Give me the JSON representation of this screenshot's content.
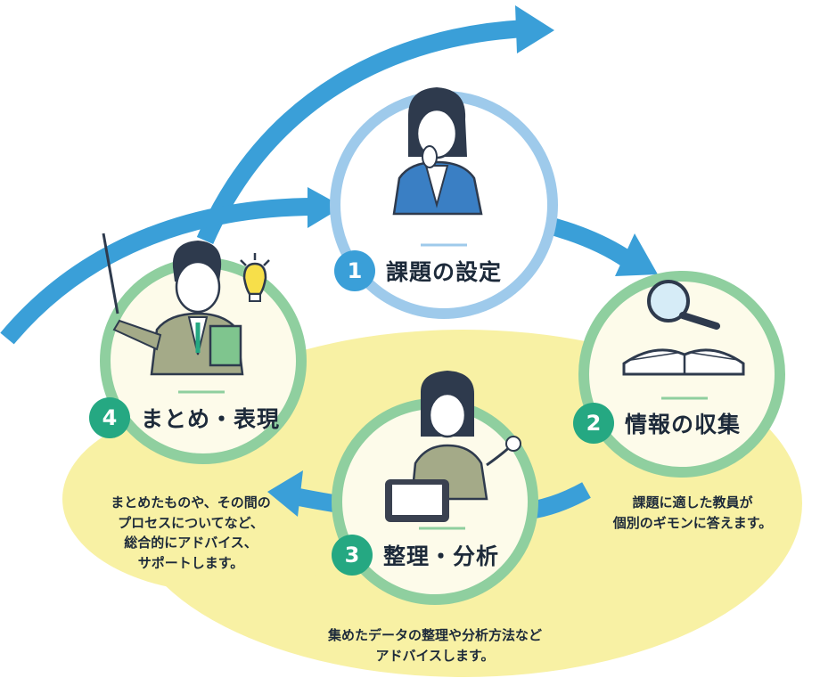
{
  "colors": {
    "arrow_blue": "#3a9fd8",
    "ring_blue": "#9ecaeb",
    "ring_green": "#8fcf9f",
    "inner_cream": "#fdfbea",
    "blob_yellow": "#f8f1a4",
    "badge_blue": "#3a9fd8",
    "badge_green": "#25a882"
  },
  "steps": [
    {
      "number": "1",
      "title": "課題の設定",
      "icon": "student-thinking-icon"
    },
    {
      "number": "2",
      "title": "情報の収集",
      "icon": "magnifier-book-icon"
    },
    {
      "number": "3",
      "title": "整理・分析",
      "icon": "student-tablet-icon"
    },
    {
      "number": "4",
      "title": "まとめ・表現",
      "icon": "teacher-pointer-icon"
    }
  ],
  "captions": {
    "step2": "課題に適した教員が\n個別のギモンに答えます。",
    "step3": "集めたデータの整理や分析方法など\nアドバイスします。",
    "step4": "まとめたものや、その間の\nプロセスについてなど、\n総合的にアドバイス、\nサポートします。"
  }
}
